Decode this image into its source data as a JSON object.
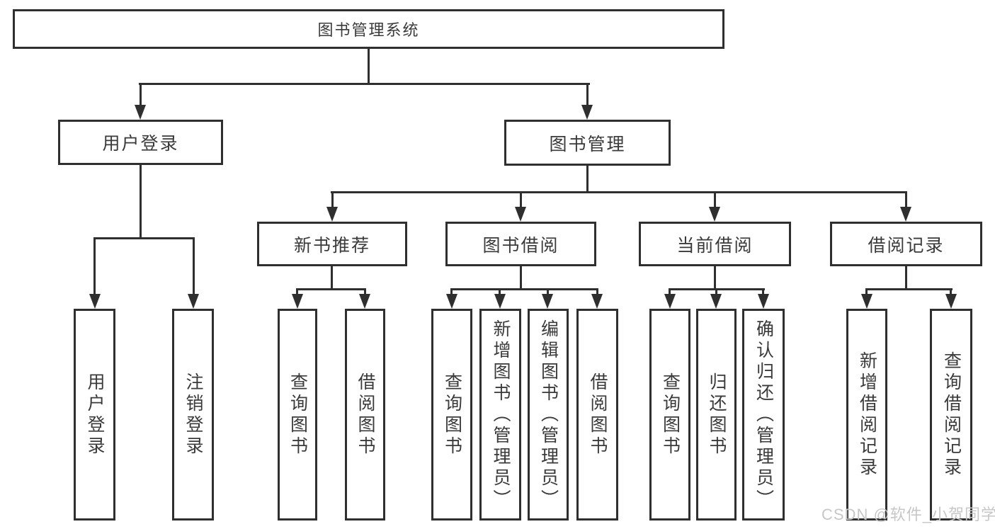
{
  "diagram": {
    "title": "图书管理系统",
    "watermark": "CSDN @软件_小贺同学",
    "colors": {
      "line": "#2f2f2f",
      "border": "#2f2f2f",
      "text": "#3a3a3a",
      "background": "#ffffff",
      "watermark": "#c7c7c7"
    },
    "nodes": {
      "root": {
        "label": "图书管理系统"
      },
      "userLogin": {
        "label": "用户登录"
      },
      "bookMgmt": {
        "label": "图书管理"
      },
      "newBookRec": {
        "label": "新书推荐"
      },
      "bookBorrow": {
        "label": "图书借阅"
      },
      "currentBorrow": {
        "label": "当前借阅"
      },
      "borrowRecords": {
        "label": "借阅记录"
      },
      "leafUserLogin": {
        "label": "用户登录"
      },
      "leafLogout": {
        "label": "注销登录"
      },
      "leafRecQuery": {
        "label": "查询图书"
      },
      "leafRecBorrow": {
        "label": "借阅图书"
      },
      "leafBorrowQuery": {
        "label": "查询图书"
      },
      "leafAddBook": {
        "label": "新增图书（管理员）"
      },
      "leafEditBook": {
        "label": "编辑图书（管理员）"
      },
      "leafBorrowBook": {
        "label": "借阅图书"
      },
      "leafCurQuery": {
        "label": "查询图书"
      },
      "leafReturnBook": {
        "label": "归还图书"
      },
      "leafConfirmReturn": {
        "label": "确认归还（管理员）"
      },
      "leafAddRecord": {
        "label": "新增借阅记录"
      },
      "leafQueryRecord": {
        "label": "查询借阅记录"
      }
    },
    "hierarchy": {
      "图书管理系统": {
        "用户登录": [
          "用户登录",
          "注销登录"
        ],
        "图书管理": {
          "新书推荐": [
            "查询图书",
            "借阅图书"
          ],
          "图书借阅": [
            "查询图书",
            "新增图书（管理员）",
            "编辑图书（管理员）",
            "借阅图书"
          ],
          "当前借阅": [
            "查询图书",
            "归还图书",
            "确认归还（管理员）"
          ],
          "借阅记录": [
            "新增借阅记录",
            "查询借阅记录"
          ]
        }
      }
    }
  }
}
